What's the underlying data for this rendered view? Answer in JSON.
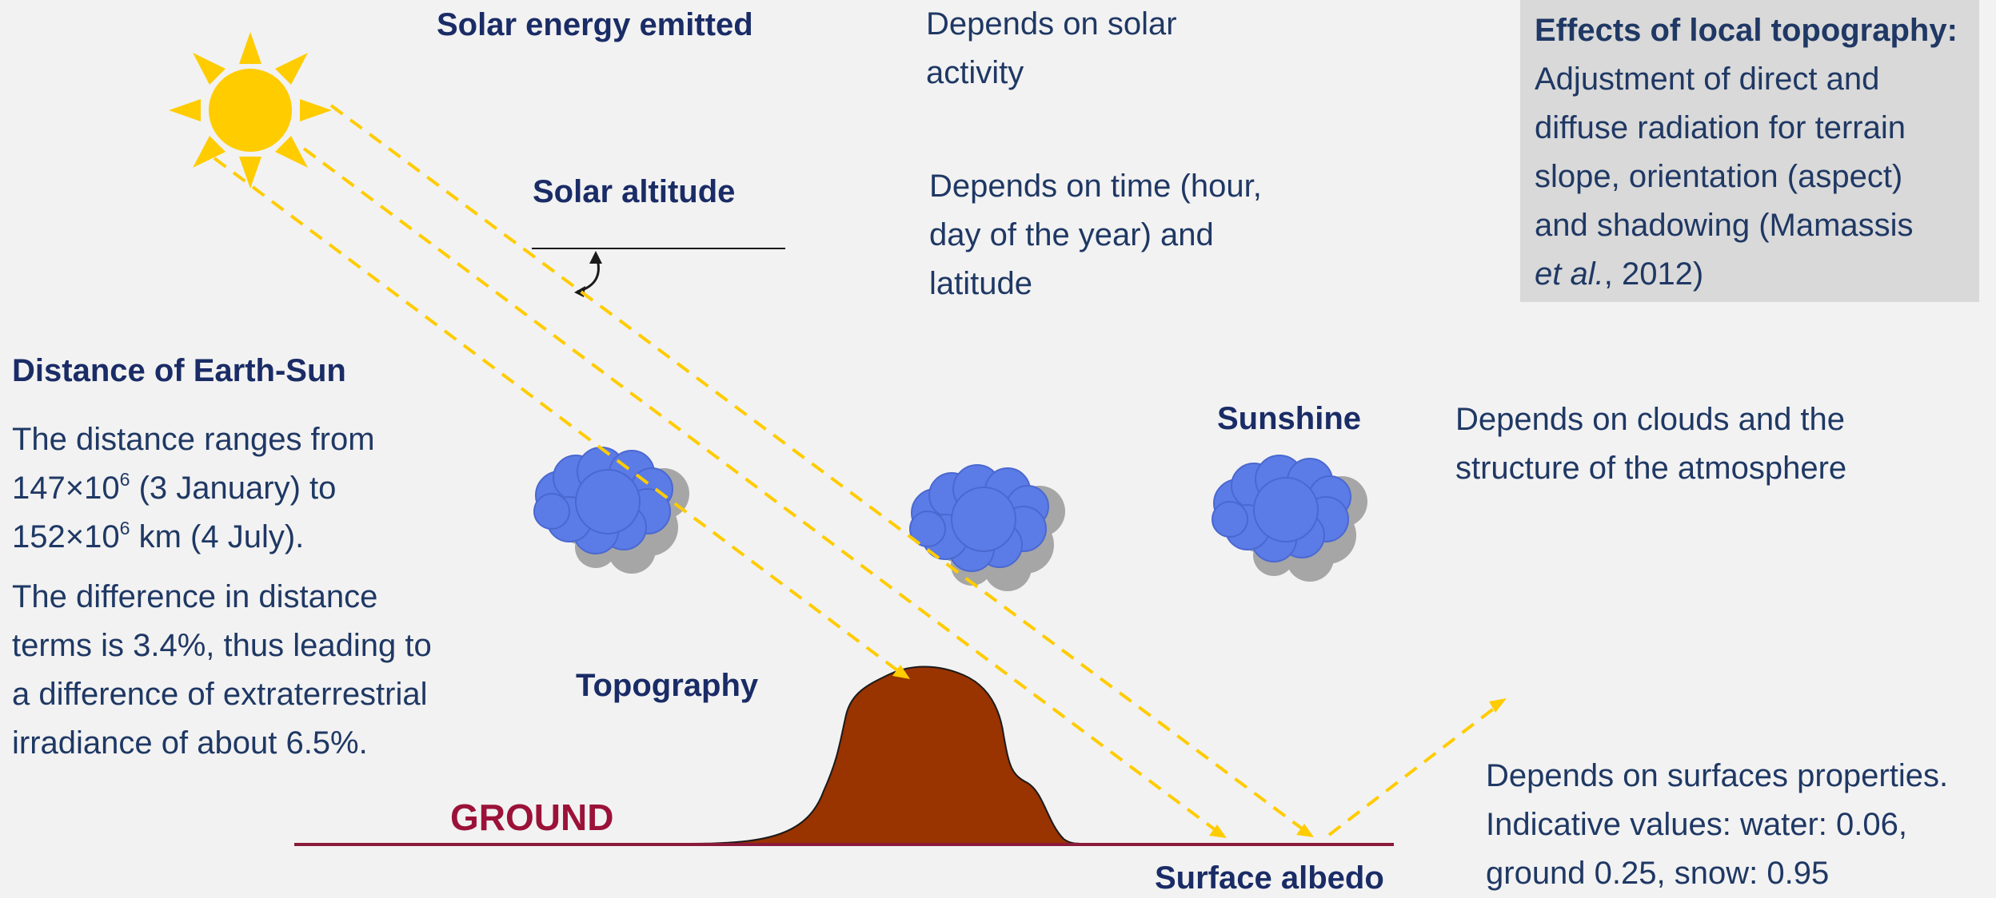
{
  "colors": {
    "background": "#f2f2f2",
    "heading_text": "#1a2c66",
    "body_text": "#1f3864",
    "sun": "#ffcc00",
    "ray": "#ffcc00",
    "cloud_front": "#5b7be6",
    "cloud_shadow": "#a6a6a6",
    "mountain": "#993300",
    "ground_line": "#8b1a3a",
    "ground_label": "#9b1239",
    "topography_box": "#d9d9d9"
  },
  "labels": {
    "solar_energy": "Solar energy emitted",
    "solar_altitude": "Solar altitude",
    "distance": "Distance of Earth-Sun",
    "sunshine": "Sunshine",
    "topography": "Topography",
    "ground": "GROUND",
    "surface_albedo": "Surface albedo"
  },
  "descriptions": {
    "solar_energy": [
      "Depends on solar",
      "activity"
    ],
    "solar_altitude": [
      "Depends on time (hour,",
      "day of the year) and",
      "latitude"
    ],
    "sunshine": [
      "Depends on clouds and the",
      "structure of the atmosphere"
    ],
    "albedo": [
      "Depends on surfaces properties.",
      "Indicative values: water: 0.06,",
      "ground 0.25, snow: 0.95"
    ]
  },
  "distance_text": {
    "line1": "The distance ranges from",
    "line2_base": "147×10",
    "line2_exp": "6",
    "line2_rest": " (3 January) to",
    "line3_base": "152×10",
    "line3_exp": "6",
    "line3_rest": " km (4 July).",
    "para2": [
      "The difference in distance",
      "terms is 3.4%, thus leading to",
      "a difference of extraterrestrial",
      "irradiance of about 6.5%."
    ]
  },
  "topography_box": {
    "heading": "Effects of local topography:",
    "lines": [
      "Adjustment of direct and",
      "diffuse radiation for terrain",
      "slope, orientation (aspect)",
      "and shadowing (Mamassis"
    ],
    "last_italic": "et al.",
    "last_rest": ", 2012)"
  },
  "icons": [
    "sun-icon",
    "cloud-icon",
    "mountain-icon"
  ]
}
